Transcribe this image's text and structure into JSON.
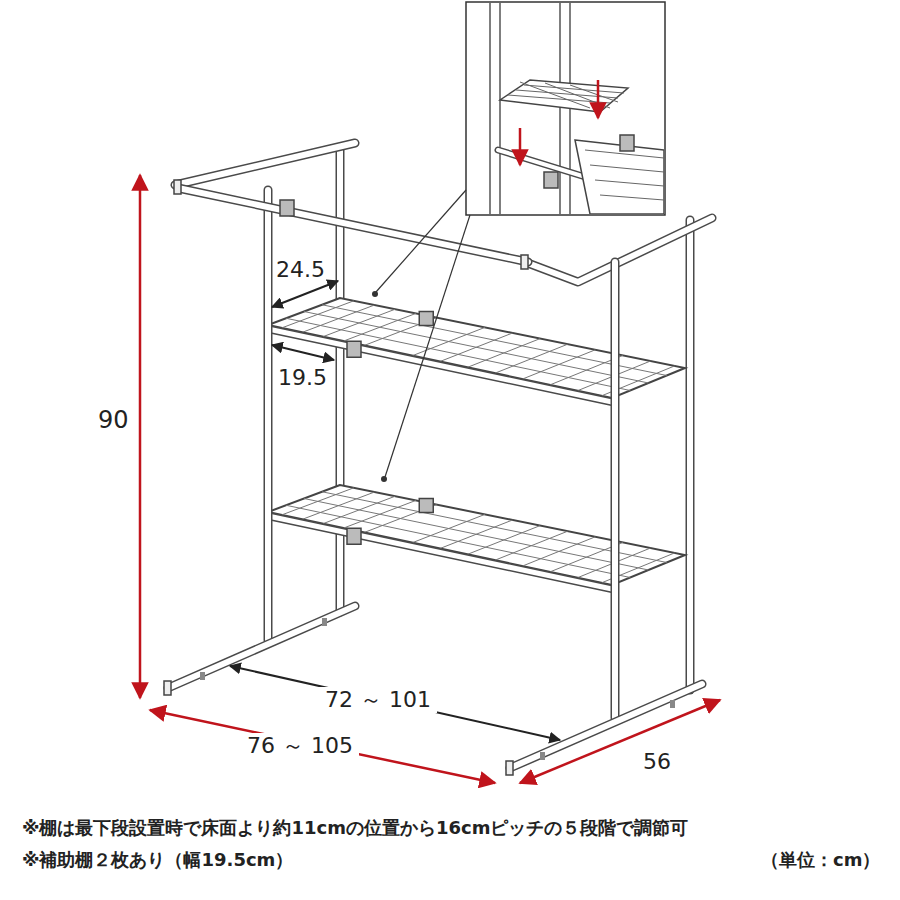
{
  "diagram": {
    "labels": [
      "24.5",
      "19.5",
      "90",
      "72 ～ 101",
      "76 ～ 105",
      "56",
      "※棚は最下段設置時で床面より約11cmの位置から16cmピッチの５段階で調節可",
      "※補助棚２枚あり（幅19.5cm）",
      "（単位：cm）"
    ]
  }
}
